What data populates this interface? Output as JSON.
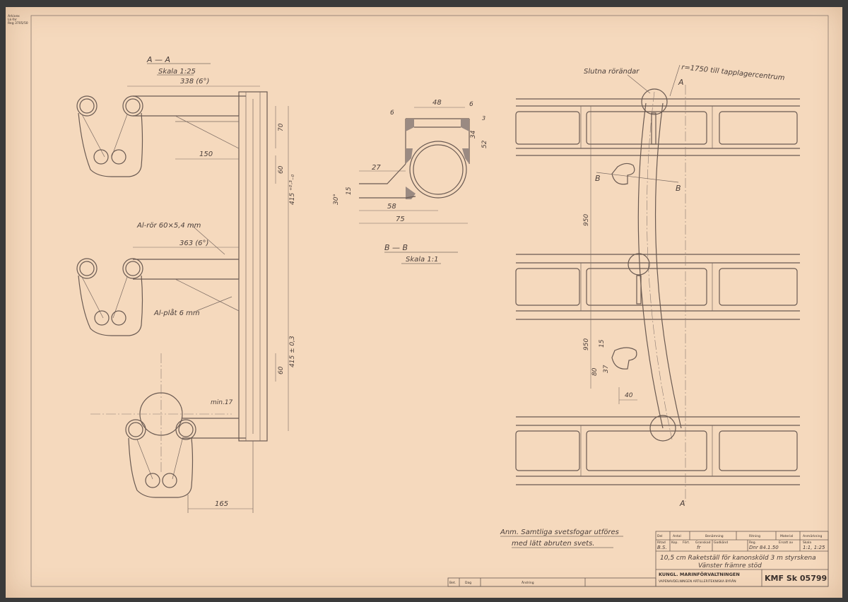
{
  "section_aa": {
    "title": "A — A",
    "scale": "Skala 1:25",
    "dim_338": "338 (6°)",
    "dim_363": "363 (6°)",
    "dim_150": "150",
    "dim_165": "165",
    "dim_70": "70",
    "dim_60a": "60",
    "dim_60b": "60",
    "dim_415a": "415 ⁺⁰·³₋₀",
    "dim_415b": "415 ± 0,3",
    "label_tube": "Al-rör 60×5,4 mm",
    "label_plate": "Al-plåt 6 mm",
    "label_min": "min.17"
  },
  "section_bb": {
    "title": "B — B",
    "scale": "Skala 1:1",
    "dim_48": "48",
    "dim_6a": "6",
    "dim_6b": "6",
    "dim_3": "3",
    "dim_34": "34",
    "dim_52": "52",
    "dim_27": "27",
    "dim_15": "15",
    "dim_30": "30°",
    "dim_58": "58",
    "dim_75": "75"
  },
  "side_view": {
    "label_ends": "Slutna rörändar",
    "label_radius": "r=1750 till tapplagercentrum",
    "mark_a_top": "A",
    "mark_a_bottom": "A",
    "mark_b_left": "B",
    "mark_b_right": "B",
    "dim_950a": "950",
    "dim_950b": "950",
    "dim_15": "15",
    "dim_80": "80",
    "dim_37": "37",
    "dim_40": "40"
  },
  "note": {
    "line1": "Anm. Samtliga svetsfogar utföres",
    "line2": "med lätt abruten svets."
  },
  "title_block": {
    "h_del": "Del",
    "h_antal": "Antal",
    "h_benamning": "Benämning",
    "h_ritning": "Ritning",
    "h_material": "Material",
    "h_anmarkning": "Anmärkning",
    "r_ritad": "Ritad",
    "r_kop": "Kop.",
    "r_fort": "Fört.",
    "r_granskad": "Granskad",
    "r_godkand": "Godkänd",
    "r_reg": "Reg.",
    "r_ersatt": "Ersatt av",
    "r_skala": "Skala",
    "v_ritad": "B.S.",
    "v_granskad": "fr",
    "v_reg": "Dnr 84.1.50",
    "v_skala": "1:1, 1:25",
    "title_line1": "10,5 cm Raketställ för kanonsköld 3 m styrskena",
    "title_line2": "Vänster främre stöd",
    "org_line1": "KUNGL. MARINFÖRVALTNINGEN",
    "org_line2": "VAPENAVDELNINGEN     ARTILLERITEKNISKA BYRÅN",
    "drawing_no": "KMF Sk 05799",
    "rev_h_bet": "Bet.",
    "rev_h_dag": "Dag",
    "rev_h_andring": "Ändring"
  },
  "corner_stamp": {
    "line1": "Arkivex",
    "line2": "Lk-fnr",
    "line3": "Reg 3705/50"
  }
}
